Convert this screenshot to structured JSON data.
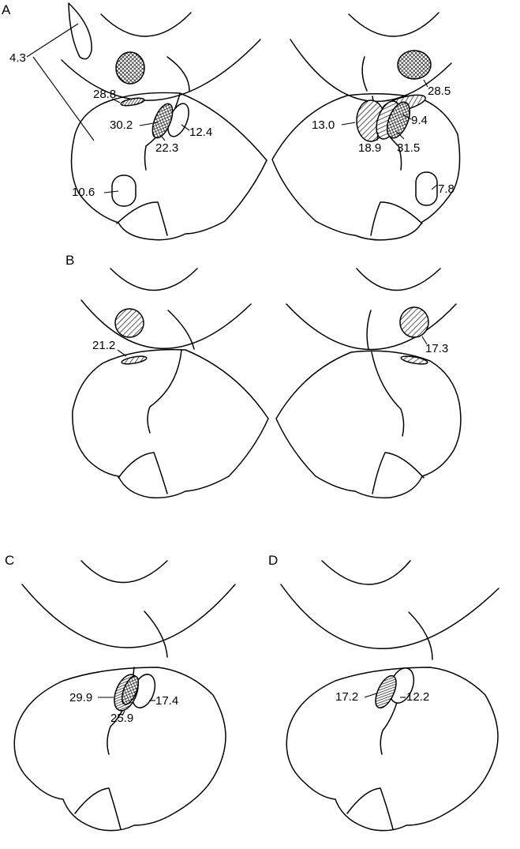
{
  "figure": {
    "panels": [
      {
        "letter": "A",
        "values": [
          "4.3",
          "28.8",
          "30.2",
          "22.3",
          "12.4",
          "10.6",
          "28.5",
          "13.0",
          "9.4",
          "18.9",
          "31.5",
          "7.8"
        ]
      },
      {
        "letter": "B",
        "values": [
          "21.2",
          "17.3"
        ]
      },
      {
        "letter": "C",
        "values": [
          "29.9",
          "17.4",
          "25.9"
        ]
      },
      {
        "letter": "D",
        "values": [
          "17.2",
          "12.2"
        ]
      }
    ]
  }
}
